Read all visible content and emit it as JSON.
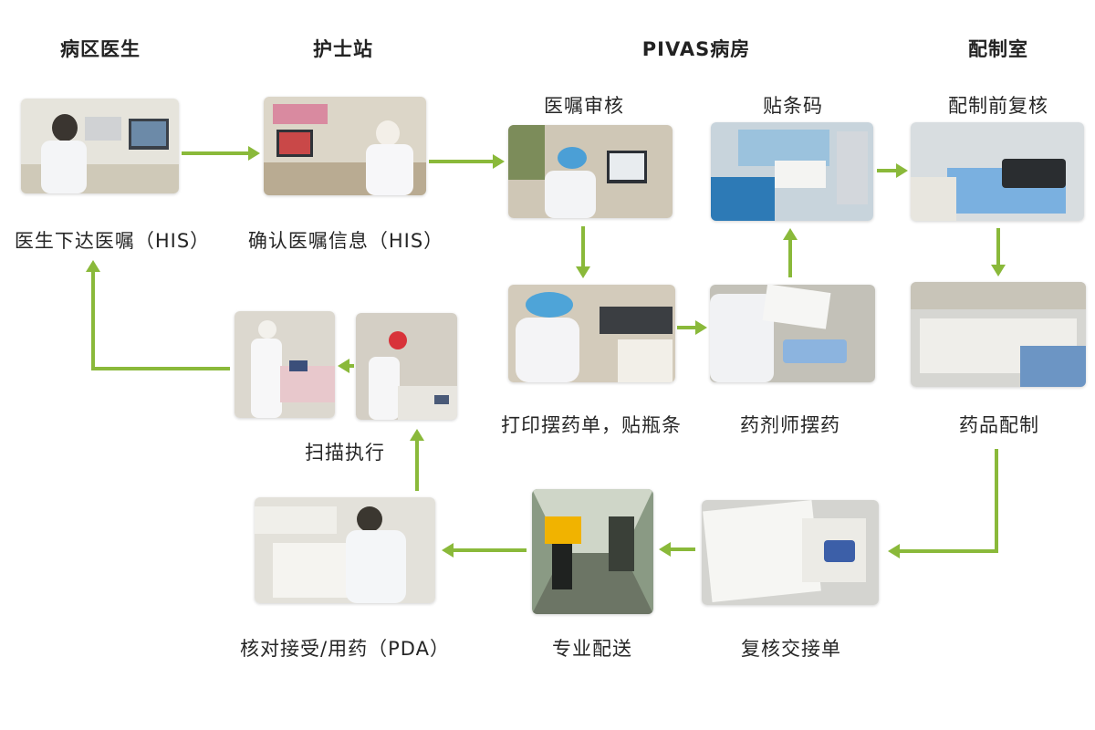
{
  "colors": {
    "arrow": "#8ab93a"
  },
  "headers": {
    "ward_doctor": "病区医生",
    "nurse_station": "护士站",
    "pivas_ward": "PIVAS病房",
    "dispensing_room": "配制室"
  },
  "steps": {
    "doctor_order": "医生下达医嘱（HIS）",
    "confirm_order": "确认医嘱信息（HIS）",
    "order_review": "医嘱审核",
    "barcode": "贴条码",
    "pre_check": "配制前复核",
    "print_label": "打印摆药单，贴瓶条",
    "pharmacist_sort": "药剂师摆药",
    "compounding": "药品配制",
    "scan_execute": "扫描执行",
    "recheck_handover": "复核交接单",
    "delivery": "专业配送",
    "pda_check": "核对接受/用药（PDA）"
  }
}
